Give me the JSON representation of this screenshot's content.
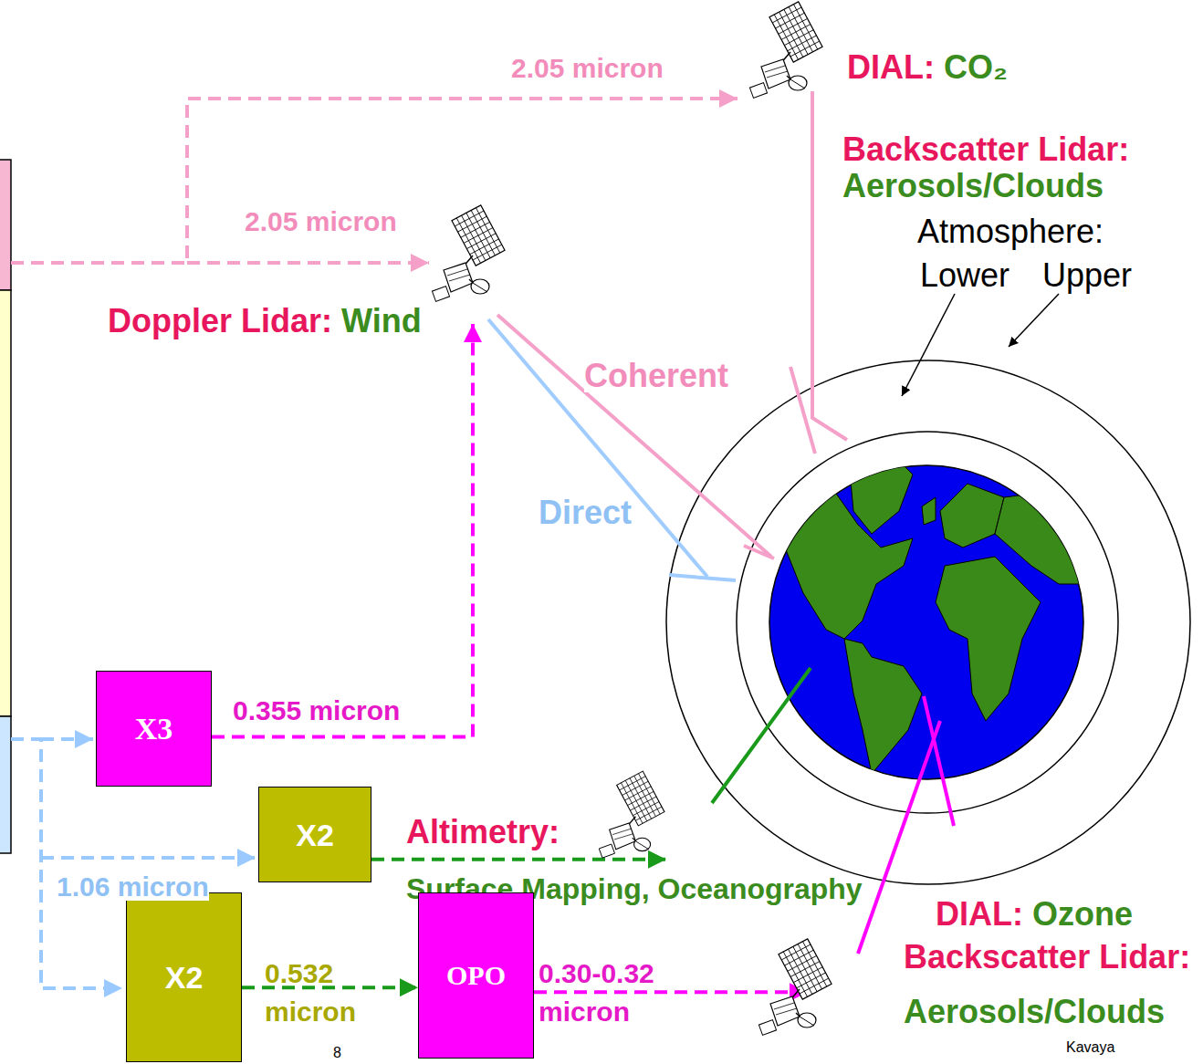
{
  "diagram": {
    "nodes": [
      {
        "text": [
          "DIAL:",
          "CO₂",
          "Backscatter Lidar:",
          "Aerosols/Clouds"
        ]
      },
      {
        "text": [
          "Doppler Lidar:",
          "Wind"
        ]
      },
      {
        "text": [
          "X3"
        ]
      },
      {
        "text": [
          "X2"
        ]
      },
      {
        "text": [
          "Altimetry:",
          "Surface Mapping, Oceanography"
        ]
      },
      {
        "text": [
          "X2"
        ]
      },
      {
        "text": [
          "OPO"
        ]
      },
      {
        "text": [
          "DIAL:",
          "Ozone",
          "Backscatter Lidar:",
          "Aerosols/Clouds"
        ]
      }
    ],
    "edges": [
      {
        "from": 2,
        "to": 1,
        "arrow": "to",
        "label": "0.355 micron"
      },
      {
        "from": 3,
        "to": 4,
        "arrow": "to"
      },
      {
        "from": 5,
        "to": 6,
        "arrow": "to",
        "label": "0.532 micron"
      },
      {
        "from": 6,
        "to": 7,
        "arrow": "to",
        "label": "0.30-0.32 micron"
      }
    ],
    "labels": [
      "2.05 micron",
      "2.05 micron",
      "Atmosphere:",
      "Lower",
      "Upper",
      "Coherent",
      "Direct",
      "1.06 micron",
      "8",
      "Kavaya"
    ]
  }
}
